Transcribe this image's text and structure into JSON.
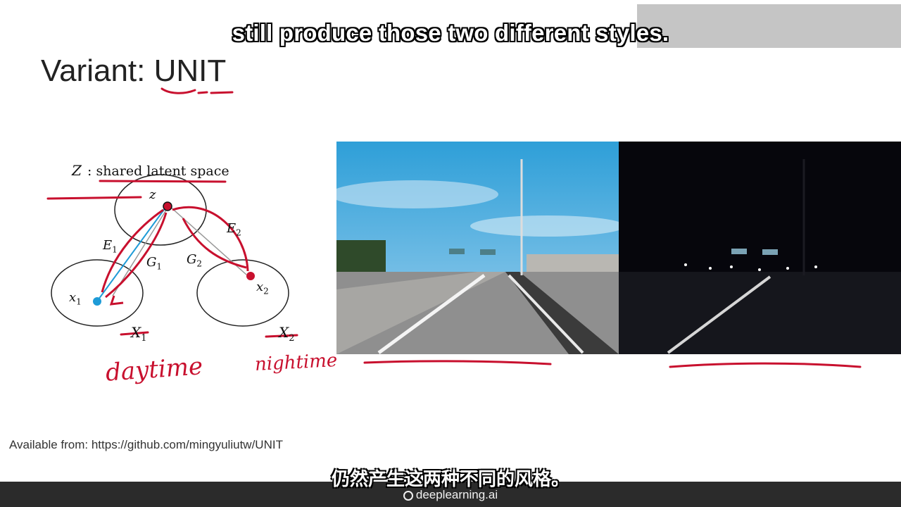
{
  "captions": {
    "english": "still produce those two different styles.",
    "chinese": "仍然产生这两种不同的风格。"
  },
  "slide": {
    "title": "Variant: UNIT",
    "source_note": "Available from: https://github.com/mingyuliutw/UNIT"
  },
  "diagram": {
    "latent_symbol": "Z",
    "latent_label": ": shared latent space",
    "z_label": "z",
    "e1": "E",
    "e1_sub": "1",
    "e2": "E",
    "e2_sub": "2",
    "g1": "G",
    "g1_sub": "1",
    "g2": "G",
    "g2_sub": "2",
    "x1": "x",
    "x1_sub": "1",
    "x2": "x",
    "x2_sub": "2",
    "domain1": "X",
    "domain1_sub": "1",
    "domain2": "X",
    "domain2_sub": "2"
  },
  "annotations": {
    "handwritten_left": "daytime",
    "handwritten_right": "nightime"
  },
  "footer": {
    "brand": "deeplearning.ai"
  },
  "colors": {
    "ink_red": "#c8102e",
    "accent_blue": "#1e9bd7",
    "footer_bg": "#2b2b2b"
  }
}
